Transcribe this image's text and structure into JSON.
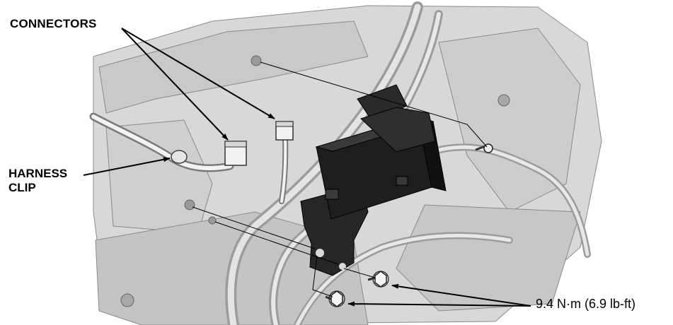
{
  "labels": {
    "connectors": "CONNECTORS",
    "harness_line1": "HARNESS",
    "harness_line2": "CLIP",
    "torque": "9.4 N·m (6.9 lb-ft)"
  },
  "colors": {
    "panel": "#d8d8d8",
    "panel_dark": "#bdbdbd",
    "module": "#2b2b2b",
    "outline": "#555555",
    "leader": "#000000"
  }
}
